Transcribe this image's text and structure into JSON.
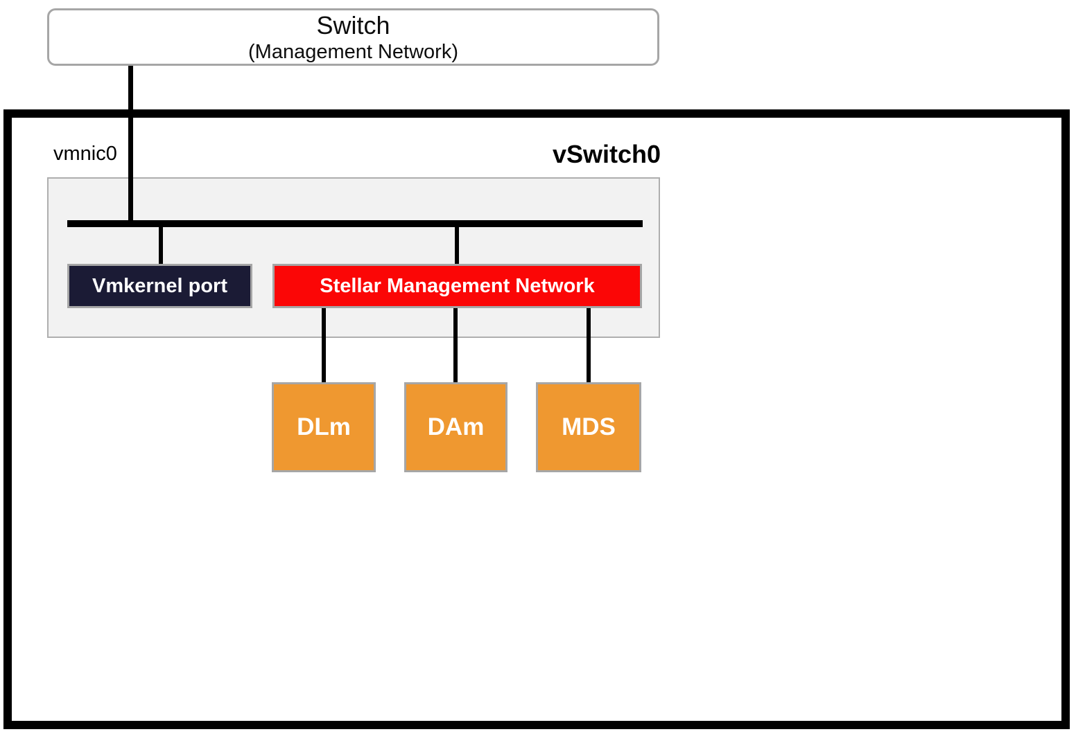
{
  "diagram": {
    "switch": {
      "title": "Switch",
      "subtitle": "(Management Network)"
    },
    "host": {
      "nic_label": "vmnic0",
      "vswitch_label": "vSwitch0",
      "ports": {
        "vmkernel": {
          "label": "Vmkernel port"
        },
        "port_group": {
          "label": "Stellar Management Network"
        }
      },
      "vms": [
        {
          "label": "DLm"
        },
        {
          "label": "DAm"
        },
        {
          "label": "MDS"
        }
      ]
    },
    "colors": {
      "vmkernel_bg": "#1b1b35",
      "port_group_bg": "#fb0606",
      "vm_bg": "#ef9830",
      "box_border": "#a6a6a6",
      "container_bg": "#f2f2f2",
      "container_border": "#aeaeae",
      "line": "#000000",
      "label_text": "#ffffff"
    }
  }
}
